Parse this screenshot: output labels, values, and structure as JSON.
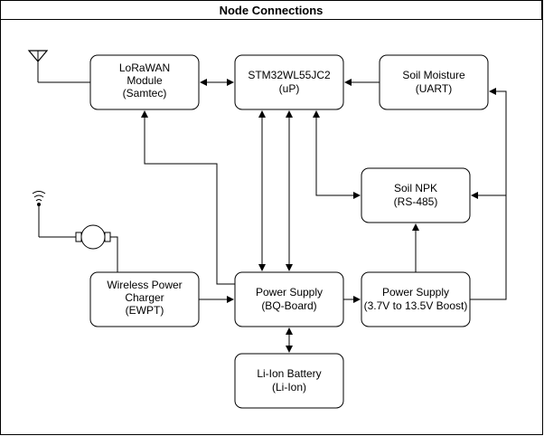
{
  "diagram": {
    "title": "Node Connections",
    "nodes": {
      "lorawan": [
        "LoRaWAN",
        "Module",
        "(Samtec)"
      ],
      "mcu": [
        "STM32WL55JC2",
        "(uP)"
      ],
      "soil_moisture": [
        "Soil Moisture",
        "(UART)"
      ],
      "soil_npk": [
        "Soil NPK",
        "(RS-485)"
      ],
      "wireless_charger": [
        "Wireless Power",
        "Charger",
        "(EWPT)"
      ],
      "power_supply_bq": [
        "Power Supply",
        "(BQ-Board)"
      ],
      "power_supply_boost": [
        "Power Supply",
        "(3.7V to 13.5V Boost)"
      ],
      "battery": [
        "Li-Ion Battery",
        "(Li-Ion)"
      ]
    },
    "icons": [
      "antenna-icon",
      "wireless-coil-antenna-icon",
      "motor-coil-icon"
    ]
  }
}
